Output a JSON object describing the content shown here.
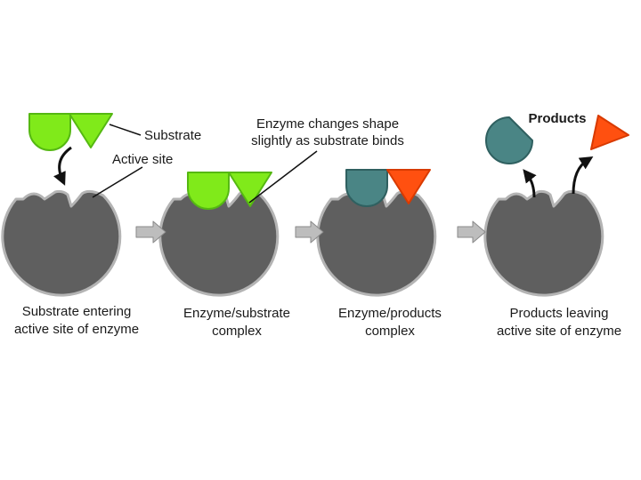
{
  "labels": {
    "substrate": "Substrate",
    "active_site": "Active site",
    "shape_change_line1": "Enzyme changes shape",
    "shape_change_line2": "slightly as substrate binds",
    "products": "Products"
  },
  "captions": [
    {
      "line1": "Substrate entering",
      "line2": "active site of enzyme"
    },
    {
      "line1": "Enzyme/substrate",
      "line2": "complex"
    },
    {
      "line1": "Enzyme/products",
      "line2": "complex"
    },
    {
      "line1": "Products leaving",
      "line2": "active site of enzyme"
    }
  ],
  "colors": {
    "enzyme": "#5f5f5f",
    "enzyme_outline": "#b4b4b4",
    "substrate": "#80ea1a",
    "substrate_outline": "#55b812",
    "product_teal": "#4a8585",
    "product_teal_outline": "#2f6060",
    "product_orange": "#ff5010",
    "product_orange_outline": "#d83a00",
    "arrow": "#bdbdbd"
  }
}
